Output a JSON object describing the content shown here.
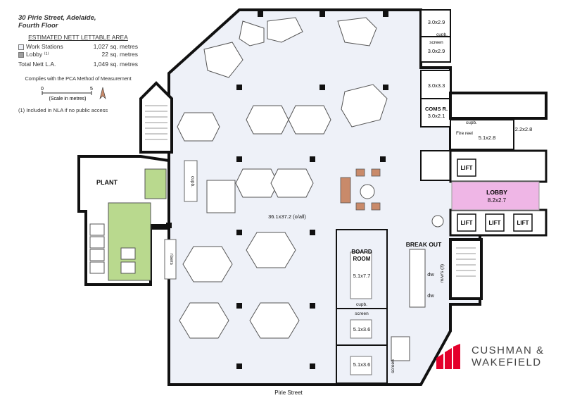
{
  "header": {
    "address_line1": "30 Pirie Street, Adelaide,",
    "address_line2": "Fourth Floor"
  },
  "legend": {
    "heading": "ESTIMATED NETT LETTABLE AREA",
    "rows": [
      {
        "label": "Work Stations",
        "value": "1,027 sq. metres",
        "swatch": "#eef1f8"
      },
      {
        "label": "Lobby ⁽¹⁾",
        "value": "22 sq. metres",
        "swatch": "#9e9e9e"
      }
    ],
    "total_label": "Total Nett L.A.",
    "total_value": "1,049 sq. metres",
    "complies": "Complies with the PCA Method of Measurement",
    "scale_zero": "0",
    "scale_five": "5",
    "scale_caption": "(Scale in metres)",
    "footnote": "(1) Included in NLA if no public access"
  },
  "rooms": {
    "r1": "3.0x2.9",
    "cupb1": "cupb.",
    "screen1": "screen",
    "r2": "3.0x2.9",
    "r3": "3.0x3.3",
    "coms_title": "COMS R.",
    "coms_size": "3.0x2.1",
    "cupb2": "cupb.",
    "fire_reel": "Fire reel",
    "r4": "5.1x2.8",
    "r5": "2.2x2.8",
    "lift": "LIFT",
    "lobby_title": "LOBBY",
    "lobby_size": "8.2x2.7",
    "breakout": "BREAK OUT",
    "dw": "dw",
    "mws": "m/w's (3)",
    "board_title1": "BOARD",
    "board_title2": "ROOM",
    "board_size": "5.1x7.7",
    "cupb3": "cupb.",
    "screen2": "screen",
    "r6": "5.1x3.6",
    "r7": "5.1x3.6",
    "screen3": "screen",
    "plant": "PLANT",
    "cupb4": "cupb.",
    "risers": "risers",
    "open_area": "36.1x37.2 (o/all)",
    "street": "Pirie Street"
  },
  "brand": {
    "line1": "CUSHMAN &",
    "line2": "WAKEFIELD",
    "color": "#e4002b"
  },
  "colors": {
    "floor": "#eef1f8",
    "wall": "#111111",
    "plant_green": "#b9d98e",
    "lobby_pink": "#efb6e6",
    "furniture_brown": "#c98a6a"
  }
}
